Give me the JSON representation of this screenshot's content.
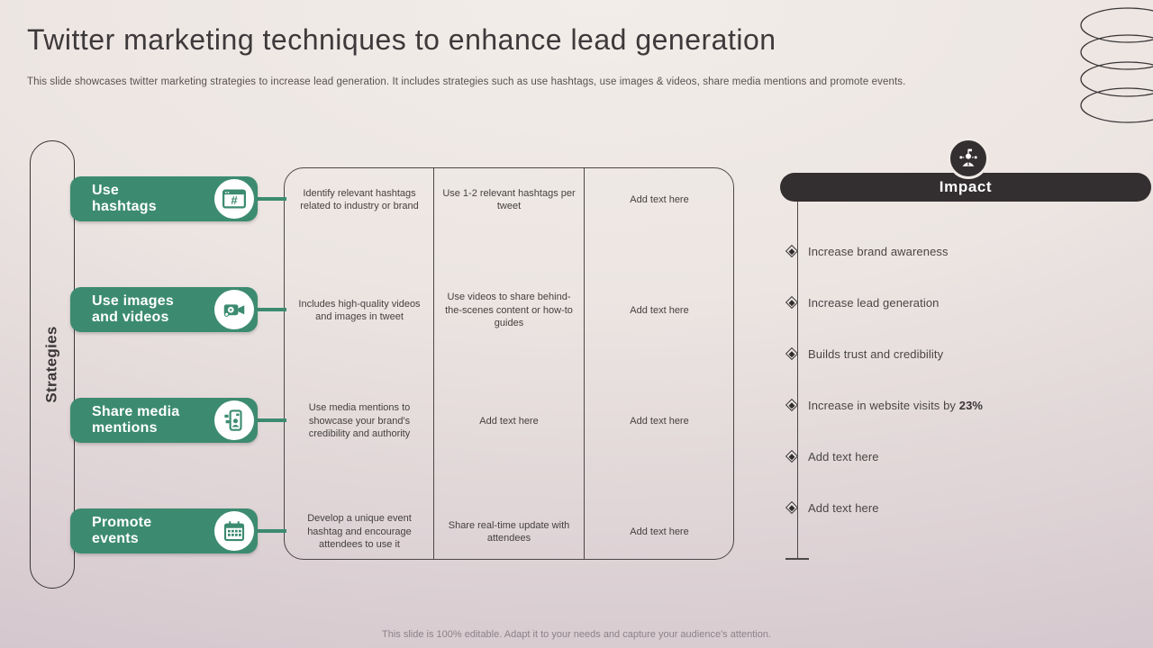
{
  "slide": {
    "title": "Twitter marketing techniques to enhance lead generation",
    "subtitle": "This slide showcases twitter marketing strategies to increase lead generation. It includes strategies such as use hashtags, use images & videos, share media mentions and promote events.",
    "footer": "This slide is 100% editable. Adapt it to your needs and capture your audience's attention."
  },
  "colors": {
    "accent_green": "#3c8b70",
    "dark": "#332e2f",
    "line": "#4c4748"
  },
  "strategies": {
    "axis_label": "Strategies",
    "items": [
      {
        "label": "Use\nhashtags",
        "icon": "hashtag-window-icon"
      },
      {
        "label": "Use images\nand videos",
        "icon": "video-camera-icon"
      },
      {
        "label": "Share media\nmentions",
        "icon": "phone-mention-icon"
      },
      {
        "label": "Promote\nevents",
        "icon": "calendar-icon"
      }
    ]
  },
  "table": {
    "rows": [
      {
        "cells": [
          "Identify relevant hashtags related to industry or brand",
          "Use 1-2 relevant hashtags per tweet",
          "Add text here"
        ]
      },
      {
        "cells": [
          "Includes high-quality videos and images in tweet",
          "Use videos to share behind-the-scenes content or how-to guides",
          "Add text here"
        ]
      },
      {
        "cells": [
          "Use media mentions to showcase your brand's credibility and authority",
          "Add text here",
          "Add text here"
        ]
      },
      {
        "cells": [
          "Develop a unique event hashtag and encourage attendees to use it",
          "Share real-time update with attendees",
          "Add text here"
        ]
      }
    ]
  },
  "impact": {
    "header": "Impact",
    "icon": "influencer-network-icon",
    "items": [
      {
        "text": "Increase brand awareness",
        "bold": ""
      },
      {
        "text": "Increase lead generation",
        "bold": ""
      },
      {
        "text": "Builds trust and credibility",
        "bold": ""
      },
      {
        "text": "Increase in website visits by ",
        "bold": "23%"
      },
      {
        "text": "Add text here",
        "bold": ""
      },
      {
        "text": "Add text here",
        "bold": ""
      }
    ]
  }
}
